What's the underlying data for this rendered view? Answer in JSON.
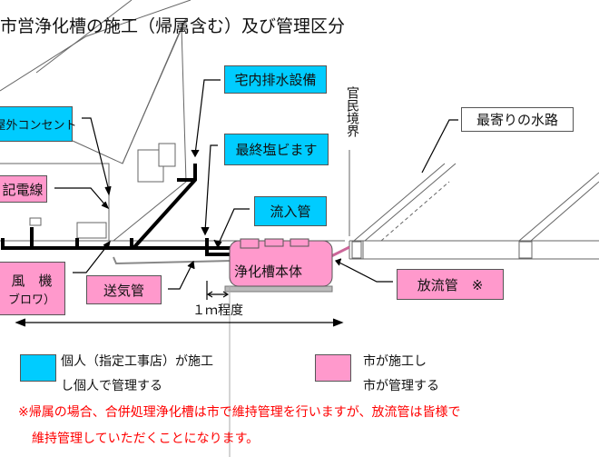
{
  "title": "市営浄化槽の施工（帰属含む）及び管理区分",
  "labels": {
    "indoor_drain": "宅内排水設備",
    "outdoor_outlet": "屋外コンセント",
    "final_pvc_basin": "最終塩ビます",
    "wiring": "記電線",
    "inflow_pipe": "流入管",
    "blower": "風　機",
    "blower_sub": "ブロワ）",
    "air_pipe": "送気管",
    "tank_body": "浄化槽本体",
    "discharge_pipe": "放流管　※",
    "nearest_waterway": "最寄りの水路",
    "boundary": "官民境界",
    "distance": "１ｍ程度"
  },
  "legend": {
    "individual_line1": "個人（指定工事店）が施工",
    "individual_line2": "し個人で管理する",
    "city_line1": "市が施工し",
    "city_line2": "市が管理する"
  },
  "note": {
    "line1": "※帰属の場合、合併処理浄化槽は市で維持管理を行いますが、放流管は皆様で",
    "line2": "維持管理していただくことになります。"
  },
  "colors": {
    "individual": "#00ccff",
    "city": "#ff99cc",
    "note": "#ff0000"
  }
}
